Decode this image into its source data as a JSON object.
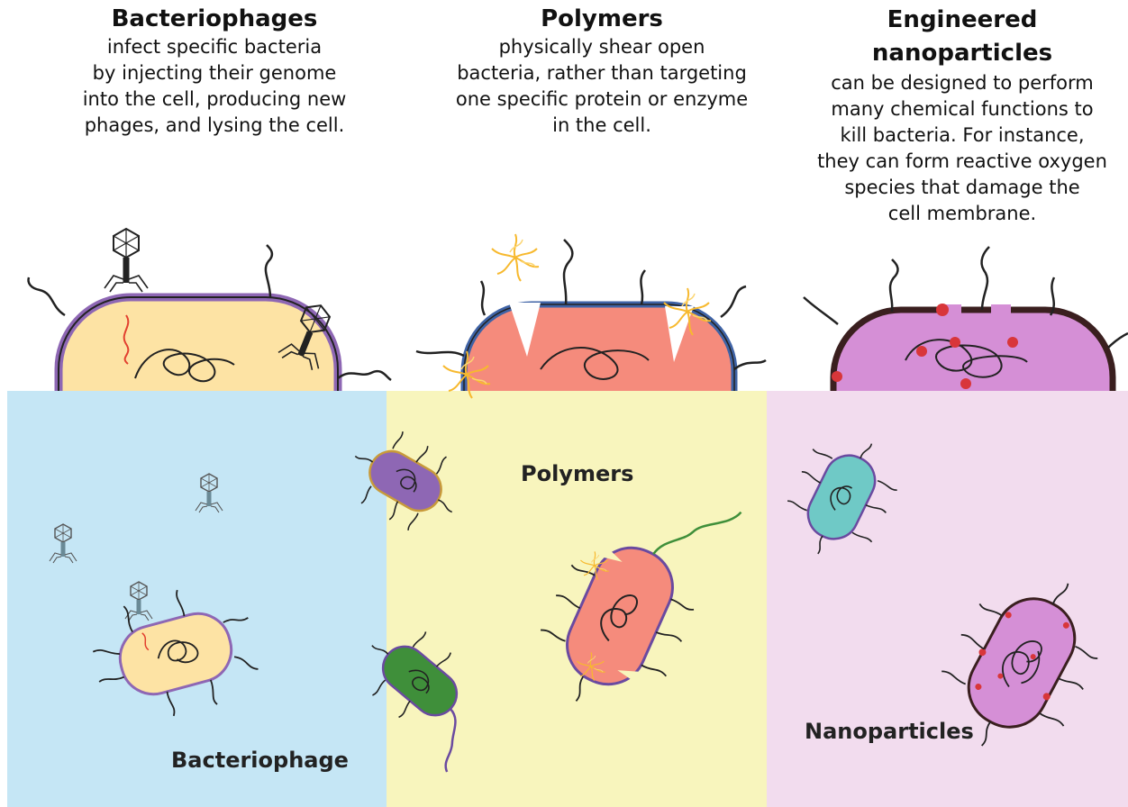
{
  "columns": [
    {
      "title": "Bacteriophages",
      "desc": [
        "infect specific bacteria",
        "by injecting their genome",
        "into the cell, producing new",
        "phages, and lysing the cell."
      ]
    },
    {
      "title": "Polymers",
      "desc": [
        "physically shear open",
        "bacteria, rather than targeting",
        "one specific protein or enzyme",
        "in the cell."
      ]
    },
    {
      "title_lines": [
        "Engineered",
        "nanoparticles"
      ],
      "desc": [
        "can be designed to perform",
        "many chemical functions to",
        "kill bacteria. For instance,",
        "they can form reactive oxygen",
        "species that damage the",
        "cell membrane."
      ]
    }
  ],
  "panels": {
    "bacteriophage": "Bacteriophage",
    "polymers": "Polymers",
    "nanoparticles": "Nanoparticles"
  },
  "colors": {
    "panel_blue": "#c5e6f5",
    "panel_yellow": "#f8f5bd",
    "panel_pink": "#f2dcee",
    "cell_yellow": "#fde3a4",
    "cell_salmon": "#f58b7c",
    "cell_violet": "#d58fd6",
    "membrane_purple": "#8e67b4",
    "membrane_blue": "#3f63a6",
    "membrane_dark": "#3a1f1f",
    "nanoparticle_red": "#d8363a",
    "polymer_orange": "#f7c23a"
  }
}
